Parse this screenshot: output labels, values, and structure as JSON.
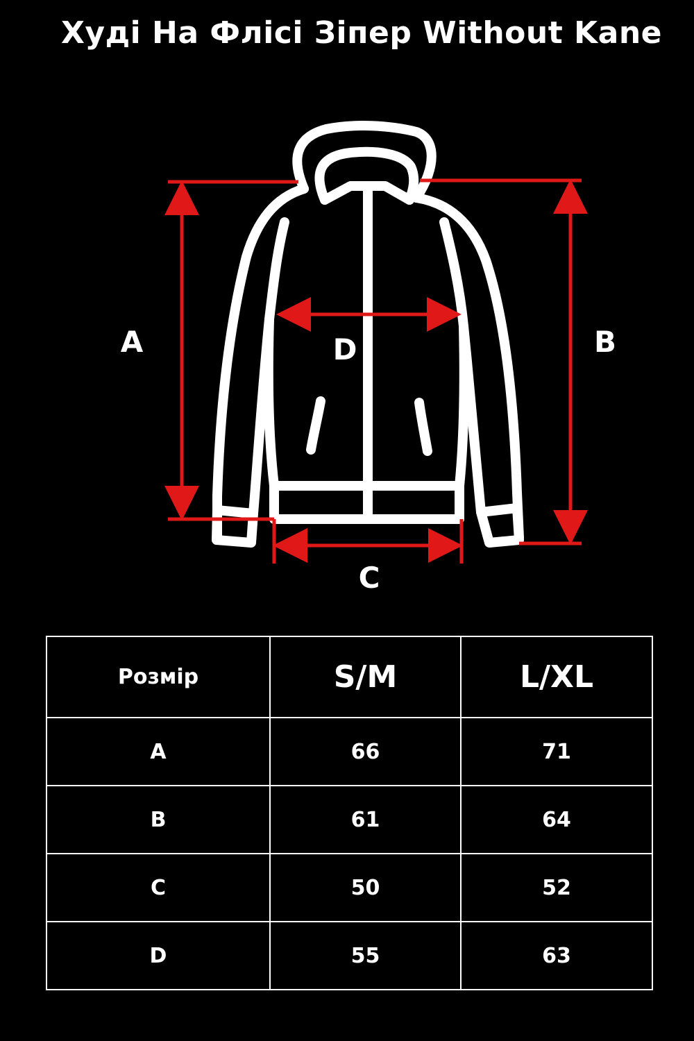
{
  "title": "Худі На Флісі Зіпер Without Kane",
  "diagram": {
    "labels": {
      "a": "A",
      "b": "B",
      "c": "C",
      "d": "D"
    },
    "colors": {
      "outline": "#ffffff",
      "measure": "#e01818",
      "background": "#000000"
    }
  },
  "table": {
    "header": {
      "label": "Розмір",
      "sizes": [
        "S/M",
        "L/XL"
      ]
    },
    "rows": [
      {
        "name": "A",
        "values": [
          "66",
          "71"
        ]
      },
      {
        "name": "B",
        "values": [
          "61",
          "64"
        ]
      },
      {
        "name": "C",
        "values": [
          "50",
          "52"
        ]
      },
      {
        "name": "D",
        "values": [
          "55",
          "63"
        ]
      }
    ]
  }
}
